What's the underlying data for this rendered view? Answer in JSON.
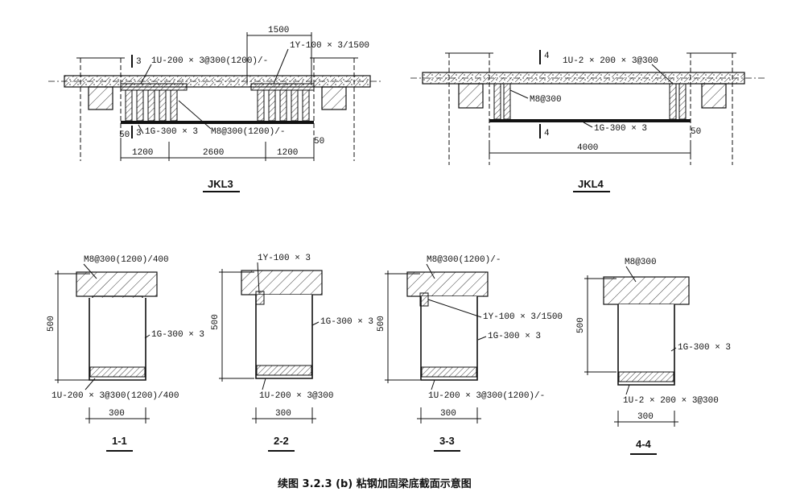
{
  "caption": "续图 3.2.3 (b)  粘钢加固梁底截面示意图",
  "jkl3": {
    "title": "JKL3",
    "label_1500": "1500",
    "label_1y": "1Y-100 × 3/1500",
    "label_1u": "1U-200 × 3@300(1200)/-",
    "label_1g": "1G-300 × 3",
    "label_m8": "M8@300(1200)/-",
    "sec_mark": "3",
    "dim_1200a": "1200",
    "dim_2600": "2600",
    "dim_1200b": "1200",
    "dim_50a": "50",
    "dim_50b": "50"
  },
  "jkl4": {
    "title": "JKL4",
    "sec_mark": "4",
    "label_1u": "1U-2 × 200 × 3@300",
    "label_m8": "M8@300",
    "label_1g": "1G-300 × 3",
    "dim_4000": "4000",
    "dim_50": "50"
  },
  "sections": [
    {
      "name": "1-1",
      "top_label": "M8@300(1200)/400",
      "side_label": "1G-300 × 3",
      "side_label2": "",
      "bottom_label": "1U-200 × 3@300(1200)/400",
      "height_dim": "500",
      "width_dim": "300"
    },
    {
      "name": "2-2",
      "top_label": "1Y-100 × 3",
      "side_label": "1G-300 × 3",
      "side_label2": "",
      "bottom_label": "1U-200 × 3@300",
      "height_dim": "500",
      "width_dim": "300"
    },
    {
      "name": "3-3",
      "top_label": "M8@300(1200)/-",
      "side_label": "1G-300 × 3",
      "side_label2": "1Y-100 × 3/1500",
      "bottom_label": "1U-200 × 3@300(1200)/-",
      "height_dim": "500",
      "width_dim": "300"
    },
    {
      "name": "4-4",
      "top_label": "M8@300",
      "side_label": "1G-300 × 3",
      "side_label2": "",
      "bottom_label": "1U-2 × 200 × 3@300",
      "height_dim": "500",
      "width_dim": "300"
    }
  ]
}
